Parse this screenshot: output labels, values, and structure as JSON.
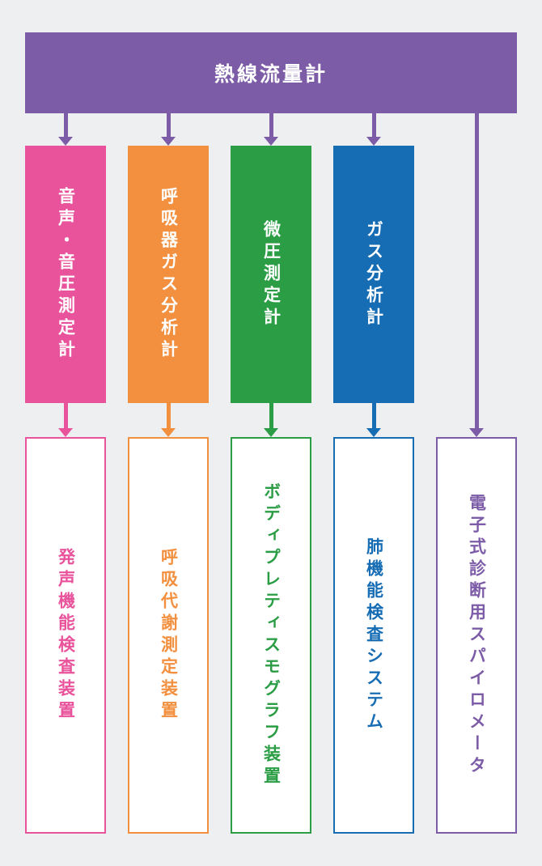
{
  "background_color": "#edeff1",
  "root": {
    "label": "熱線流量計",
    "color": "#7d5ca7",
    "text_color": "#ffffff"
  },
  "columns": [
    {
      "color": "#e9539b",
      "mid_label": "音声・音圧測定計",
      "bottom_label": "発声機能検査装置"
    },
    {
      "color": "#f2903f",
      "mid_label": "呼吸器ガス分析計",
      "bottom_label": "呼吸代謝測定装置"
    },
    {
      "color": "#2b9d45",
      "mid_label": "微圧測定計",
      "bottom_label": "ボディプレティスモグラフ装置"
    },
    {
      "color": "#176db4",
      "mid_label": "ガス分析計",
      "bottom_label": "肺機能検査システム"
    },
    {
      "color": "#7d5ca7",
      "mid_label": "",
      "bottom_label": "電子式診断用スパイロメータ"
    }
  ]
}
